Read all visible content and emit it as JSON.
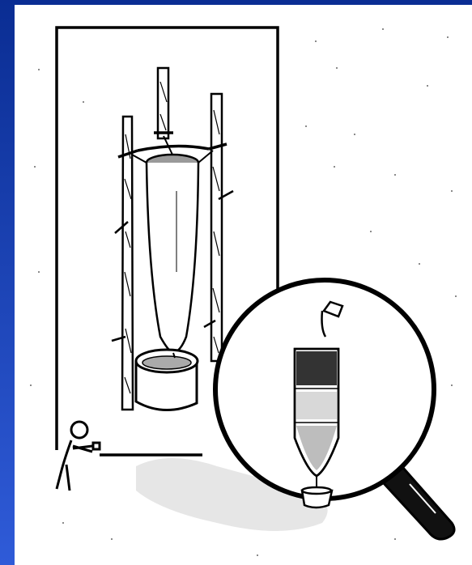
{
  "colors": {
    "slide_blue_dark": "#0a2d93",
    "slide_blue_light": "#2f5bd8",
    "panel": "#ffffff",
    "ink": "#000000",
    "shadow": "#e2e2e2"
  },
  "scene": {
    "elements": [
      "wooden-tripod-filter",
      "cloth-filter-bag",
      "collection-bucket",
      "person-icon",
      "magnifying-glass",
      "bottle-sand-filter",
      "pouring-jug",
      "small-collection-bowl"
    ],
    "filter_layers": [
      "charcoal",
      "fine-sand",
      "coarse-gravel"
    ]
  }
}
